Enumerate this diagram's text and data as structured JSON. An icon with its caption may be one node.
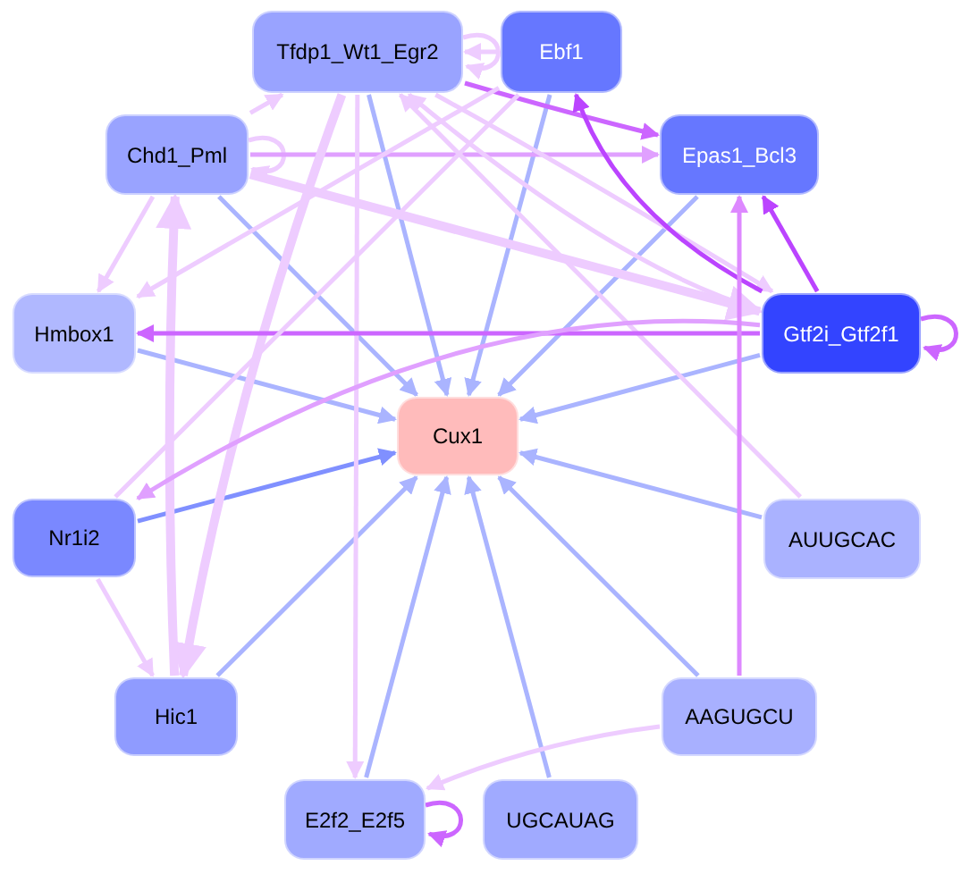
{
  "diagram": {
    "nodes": [
      {
        "text": [
          "Tfdp1_Wt1_Egr2"
        ]
      },
      {
        "text": [
          "Ebf1"
        ]
      },
      {
        "text": [
          "Chd1_Pml"
        ]
      },
      {
        "text": [
          "Epas1_Bcl3"
        ]
      },
      {
        "text": [
          "Hmbox1"
        ]
      },
      {
        "text": [
          "Gtf2i_Gtf2f1"
        ]
      },
      {
        "text": [
          "Cux1"
        ]
      },
      {
        "text": [
          "Nr1i2"
        ]
      },
      {
        "text": [
          "AUUGCAC"
        ]
      },
      {
        "text": [
          "Hic1"
        ]
      },
      {
        "text": [
          "AAGUGCU"
        ]
      },
      {
        "text": [
          "E2f2_E2f5"
        ]
      },
      {
        "text": [
          "UGCAUAG"
        ]
      }
    ],
    "edges": [
      {
        "from": 0,
        "to": 6,
        "arrow": "to",
        "color": "#aab4ff"
      },
      {
        "from": 1,
        "to": 6,
        "arrow": "to",
        "color": "#aab4ff"
      },
      {
        "from": 2,
        "to": 6,
        "arrow": "to",
        "color": "#aab4ff"
      },
      {
        "from": 3,
        "to": 6,
        "arrow": "to",
        "color": "#aab4ff"
      },
      {
        "from": 4,
        "to": 6,
        "arrow": "to",
        "color": "#aab4ff"
      },
      {
        "from": 5,
        "to": 6,
        "arrow": "to",
        "color": "#aab4ff"
      },
      {
        "from": 7,
        "to": 6,
        "arrow": "to",
        "color": "#8090ff"
      },
      {
        "from": 8,
        "to": 6,
        "arrow": "to",
        "color": "#aab4ff"
      },
      {
        "from": 9,
        "to": 6,
        "arrow": "to",
        "color": "#aab4ff"
      },
      {
        "from": 10,
        "to": 6,
        "arrow": "to",
        "color": "#aab4ff"
      },
      {
        "from": 11,
        "to": 6,
        "arrow": "to",
        "color": "#aab4ff"
      },
      {
        "from": 12,
        "to": 6,
        "arrow": "to",
        "color": "#aab4ff"
      },
      {
        "from": 0,
        "to": 0,
        "arrow": "to"
      },
      {
        "from": 1,
        "to": 0,
        "arrow": "to"
      },
      {
        "from": 2,
        "to": 2,
        "arrow": "to"
      },
      {
        "from": 2,
        "to": 0,
        "arrow": "to"
      },
      {
        "from": 2,
        "to": 4,
        "arrow": "to"
      },
      {
        "from": 2,
        "to": 3,
        "arrow": "to",
        "color": "#e0a0ff"
      },
      {
        "from": 2,
        "to": 5,
        "arrow": "to",
        "style": "thick"
      },
      {
        "from": 0,
        "to": 3,
        "arrow": "to",
        "color": "#cc66ff"
      },
      {
        "from": 1,
        "to": 4,
        "arrow": "to"
      },
      {
        "from": 0,
        "to": 9,
        "arrow": "to",
        "style": "thick"
      },
      {
        "from": 9,
        "to": 2,
        "arrow": "to",
        "style": "thick"
      },
      {
        "from": 0,
        "to": 11,
        "arrow": "to"
      },
      {
        "from": 5,
        "to": 0,
        "arrow": "to"
      },
      {
        "from": 8,
        "to": 0,
        "arrow": "to"
      },
      {
        "from": 0,
        "to": 5,
        "arrow": "to"
      },
      {
        "from": 5,
        "to": 4,
        "arrow": "to",
        "color": "#cc66ff"
      },
      {
        "from": 5,
        "to": 7,
        "arrow": "to",
        "color": "#e0a0ff"
      },
      {
        "from": 7,
        "to": 1,
        "arrow": "none"
      },
      {
        "from": 7,
        "to": 9,
        "arrow": "to"
      },
      {
        "from": 5,
        "to": 5,
        "arrow": "to",
        "color": "#cc66ff"
      },
      {
        "from": 5,
        "to": 3,
        "arrow": "to",
        "color": "#bb44ff"
      },
      {
        "from": 5,
        "to": 1,
        "arrow": "to",
        "color": "#bb44ff"
      },
      {
        "from": 10,
        "to": 3,
        "arrow": "to",
        "color": "#dd88ff"
      },
      {
        "from": 10,
        "to": 11,
        "arrow": "to"
      },
      {
        "from": 11,
        "to": 11,
        "arrow": "to",
        "color": "#cc66ff"
      }
    ]
  }
}
